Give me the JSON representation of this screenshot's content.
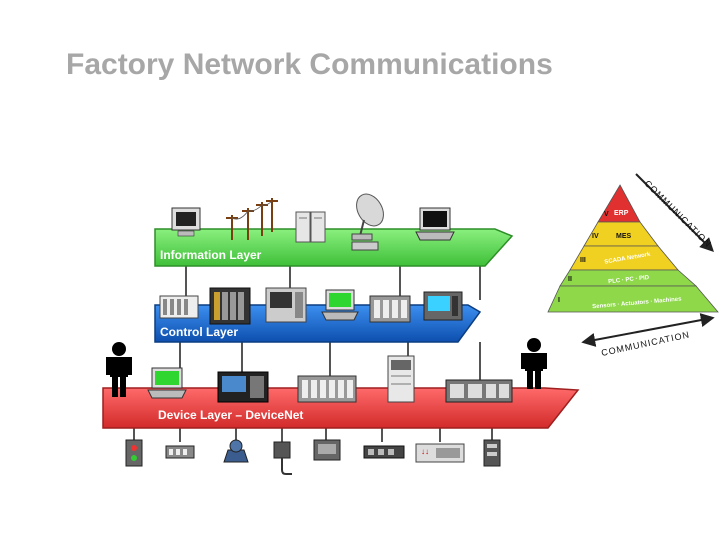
{
  "title": "Factory Network Communications",
  "layers": [
    {
      "label": "Information Layer",
      "color": "#52d24a",
      "edge": "#2e8f29"
    },
    {
      "label": "Control Layer",
      "color": "#1565c8",
      "edge": "#0c3e82"
    },
    {
      "label": "Device Layer – DeviceNet",
      "color": "#ec3b3b",
      "edge": "#9e1f1f"
    }
  ],
  "pyramid": {
    "levels": [
      {
        "numeral": "V",
        "text": "ERP",
        "color": "#e03030"
      },
      {
        "numeral": "IV",
        "text": "MES",
        "color": "#f0d020"
      },
      {
        "numeral": "III",
        "text": "SCADA Network",
        "color": "#f0d020"
      },
      {
        "numeral": "II",
        "text": "PLC · PC · PID",
        "color": "#8ed84a"
      },
      {
        "numeral": "I",
        "text": "Sensors · Actuators · Machines",
        "color": "#8ed84a"
      }
    ],
    "vertical_arrow_text": "COMMUNICATION",
    "horizontal_arrow_text": "COMMUNICATION"
  }
}
